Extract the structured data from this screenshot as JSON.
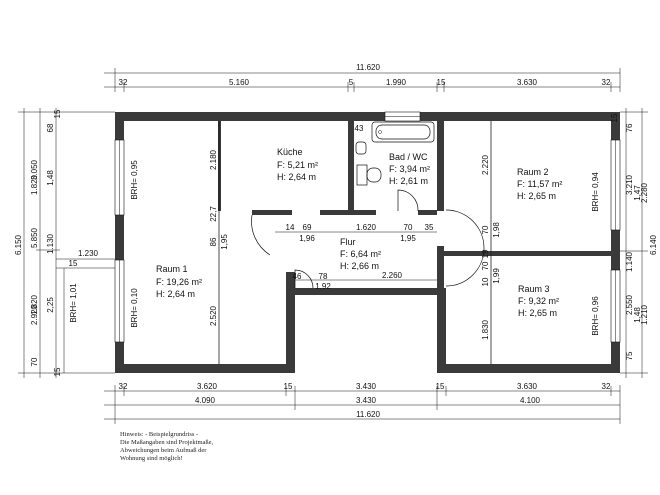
{
  "rooms": {
    "kueche": {
      "name": "Küche",
      "area": "F: 5,21 m²",
      "height": "H: 2,64 m"
    },
    "bad": {
      "name": "Bad / WC",
      "area": "F: 3,94 m²",
      "height": "H: 2,61 m"
    },
    "raum1": {
      "name": "Raum 1",
      "area": "F: 19,26 m²",
      "height": "H: 2,64 m"
    },
    "raum2": {
      "name": "Raum 2",
      "area": "F: 11,57 m²",
      "height": "H: 2,65 m"
    },
    "raum3": {
      "name": "Raum 3",
      "area": "F: 9,32 m²",
      "height": "H: 2,65 m"
    },
    "flur": {
      "name": "Flur",
      "area": "F: 6,64 m²",
      "height": "H: 2,66 m"
    }
  },
  "dims": {
    "top_total": "11.620",
    "top": [
      "32",
      "5.160",
      "5",
      "1.990",
      "15",
      "3.630",
      "32"
    ],
    "bottom1": [
      "32",
      "3.620",
      "15",
      "3.430",
      "15",
      "3.630",
      "32"
    ],
    "bottom2": [
      "4.090",
      "3.430",
      "4.100"
    ],
    "bottom_total": "11.620",
    "left_total": "6.150",
    "left_a": [
      "3.050",
      "1.820",
      "68",
      "1,48",
      "1.130",
      "15"
    ],
    "left_b": [
      "5.850",
      "2.920",
      "1.820",
      "2,25",
      "70",
      "15"
    ],
    "left_misc": [
      "1.230",
      "15",
      "BRH= 1,01"
    ],
    "right_total": "6.140",
    "right": [
      "76",
      "3.210",
      "2.280",
      "1,47",
      "1.140",
      "2.550",
      "1.210",
      "1,48",
      "75",
      "15"
    ],
    "interior": {
      "k1": "2.180",
      "k2": "22,7",
      "k3": "86",
      "k4": "1,95",
      "r1": "2.520",
      "f1": "14",
      "f2": "69",
      "f3": "1,96",
      "f4": "1.620",
      "f5": "70",
      "f6": "35",
      "f7": "1,95",
      "f8": "46",
      "f9": "78",
      "f10": "1,92",
      "f11": "2.260",
      "b1": "43",
      "r2a": "2.220",
      "r2b": "70",
      "r2c": "1,98",
      "r2d": "70",
      "r2e": "1,99",
      "r2f": "10",
      "r2g": "19",
      "r3a": "1.830"
    },
    "brh": {
      "r1a": "BRH= 0,95",
      "r1b": "BRH= 0,10",
      "r2": "BRH= 0,94",
      "r3": "BRH= 0,96"
    }
  },
  "note": [
    "Hinweis: - Beispielgrundriss -",
    "Die Maßangaben sind Projektmaße,",
    "Abweichungen beim Aufmaß der",
    "Wohnung sind möglich!"
  ]
}
